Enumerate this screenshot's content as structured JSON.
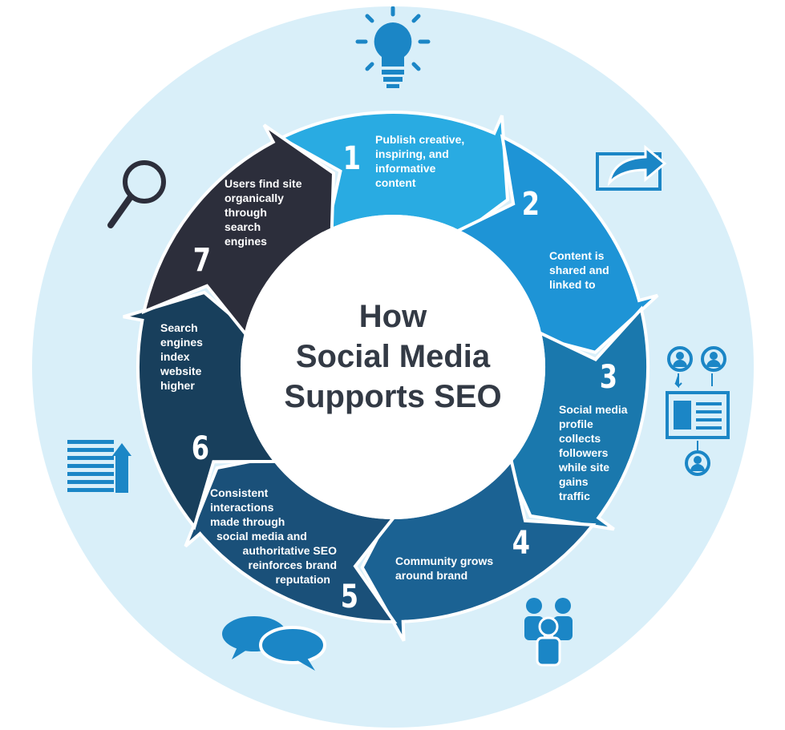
{
  "title_lines": [
    "How",
    "Social Media",
    "Supports SEO"
  ],
  "colors": {
    "background_circle": "#d9eff9",
    "icon": "#1b86c6",
    "center": "#ffffff"
  },
  "steps": [
    {
      "number": "1",
      "lines": [
        "Publish creative,",
        "inspiring, and",
        "informative",
        "content"
      ],
      "color": "#29abe2"
    },
    {
      "number": "2",
      "lines": [
        "Content is",
        "shared and",
        "linked to"
      ],
      "color": "#1e94d6"
    },
    {
      "number": "3",
      "lines": [
        "Social media",
        "profile",
        "collects",
        "followers",
        "while site",
        "gains",
        "traffic"
      ],
      "color": "#1a78ad"
    },
    {
      "number": "4",
      "lines": [
        "Community grows",
        "around brand"
      ],
      "color": "#1b6293"
    },
    {
      "number": "5",
      "lines": [
        "Consistent",
        "interactions",
        "made through",
        "social media and",
        "authoritative SEO",
        "reinforces brand",
        "reputation"
      ],
      "color": "#1a5079"
    },
    {
      "number": "6",
      "lines": [
        "Search",
        "engines",
        "index",
        "website",
        "higher"
      ],
      "color": "#183f5c"
    },
    {
      "number": "7",
      "lines": [
        "Users find site",
        "organically",
        "through",
        "search",
        "engines"
      ],
      "color": "#2c2e3b"
    }
  ],
  "icons": [
    "lightbulb-icon",
    "share-icon",
    "social-profile-icon",
    "community-icon",
    "chat-bubbles-icon",
    "ranking-list-icon",
    "magnifier-icon"
  ]
}
